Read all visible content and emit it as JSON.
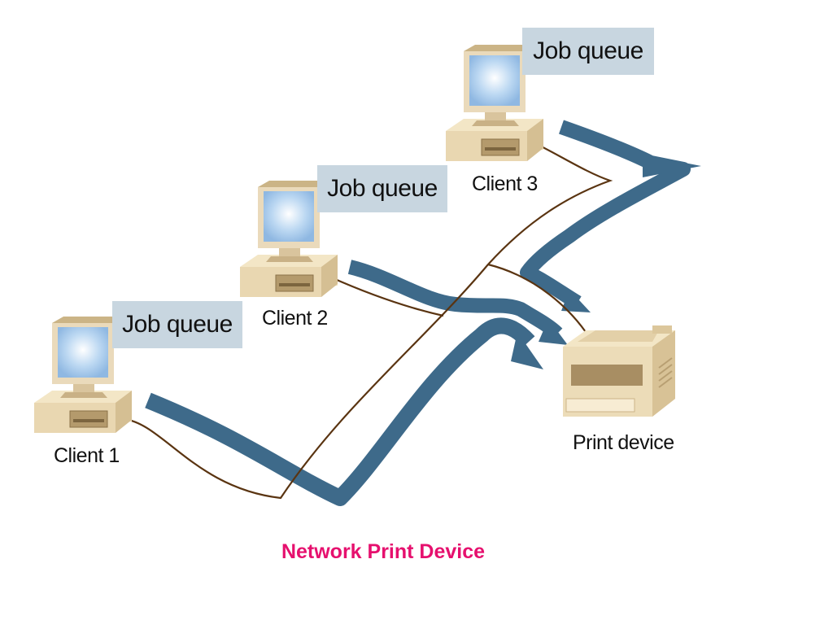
{
  "clients": [
    {
      "label": "Client 1",
      "queue_label": "Job queue"
    },
    {
      "label": "Client 2",
      "queue_label": "Job queue"
    },
    {
      "label": "Client 3",
      "queue_label": "Job queue"
    }
  ],
  "printer": {
    "label": "Print device"
  },
  "caption": {
    "text": "Network Print Device",
    "color": "#e6106e"
  },
  "colors": {
    "flow": "#3e6a8a",
    "cable": "#5a3411",
    "computer_body": "#e9d7b1",
    "screen": "#bcd8f2",
    "queue_box": "#c8d6e0"
  }
}
